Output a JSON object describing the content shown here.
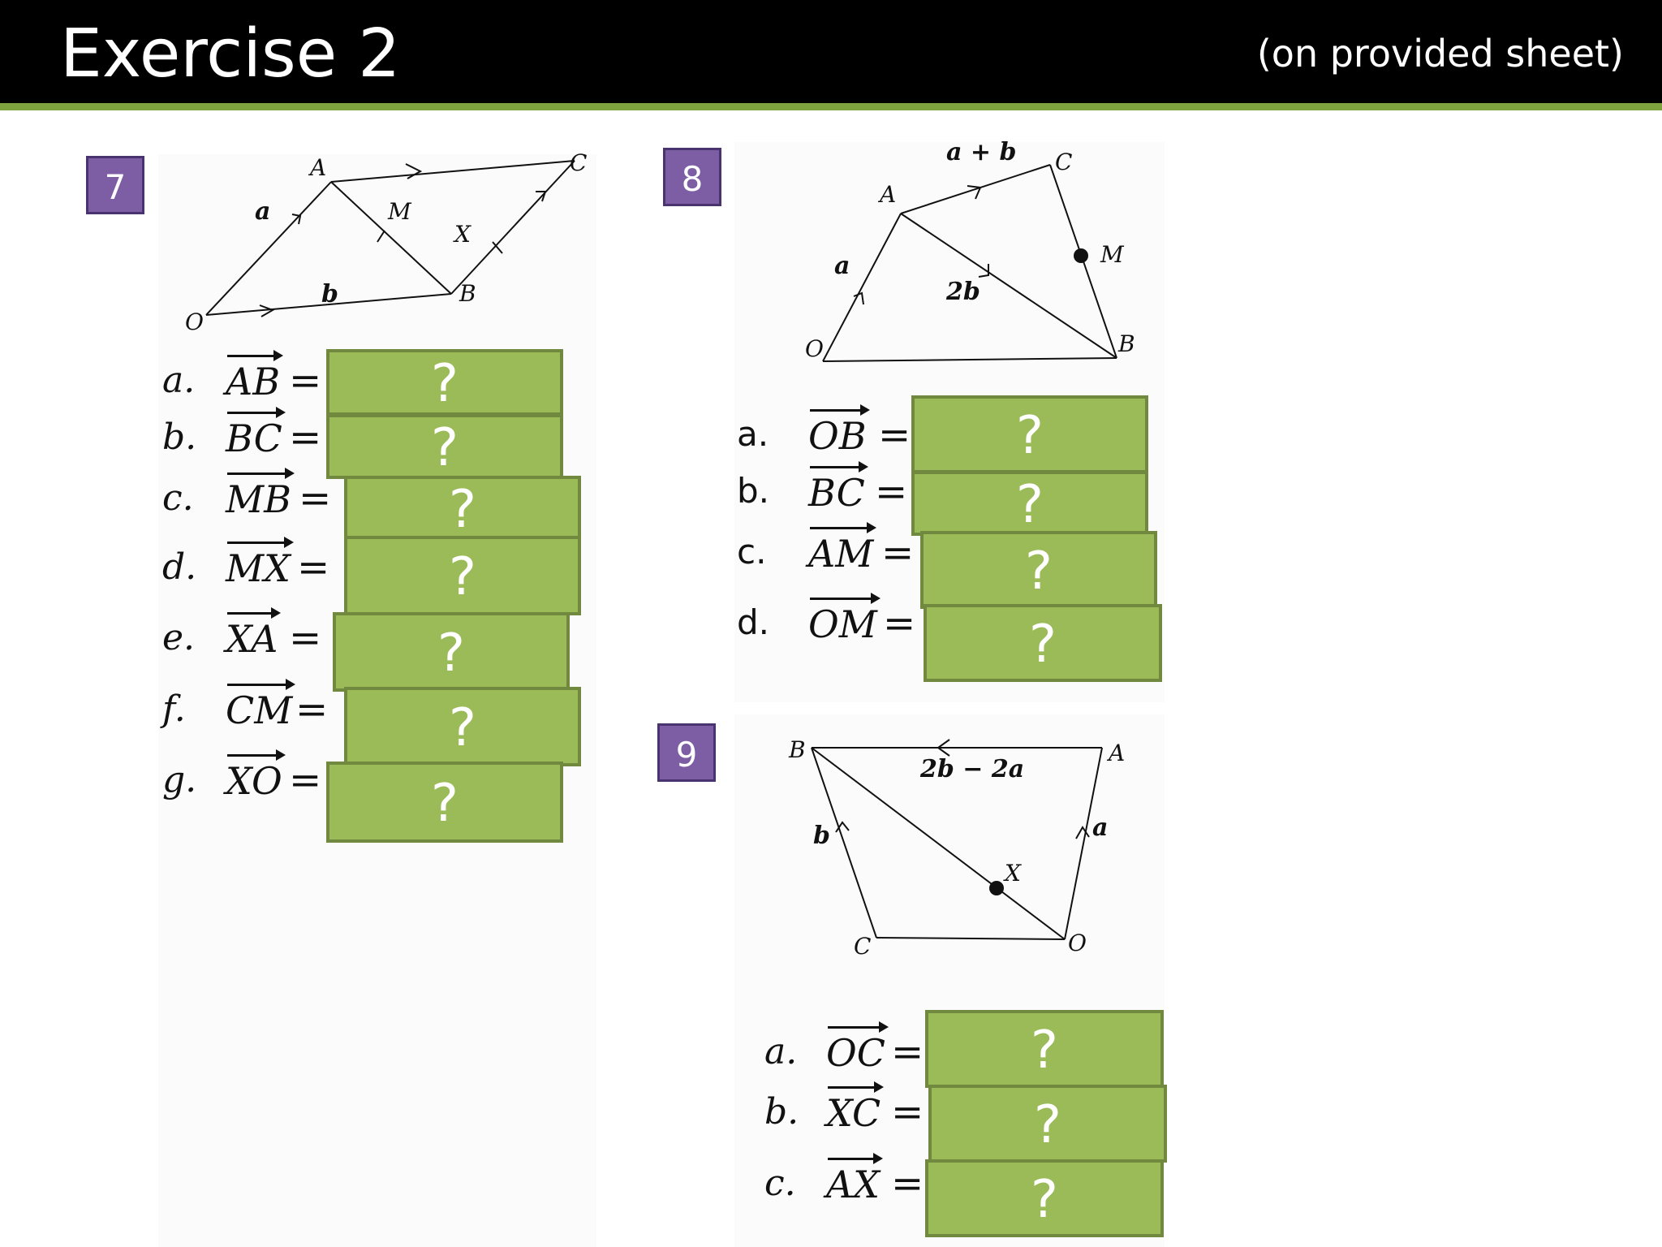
{
  "header": {
    "title": "Exercise 2",
    "subtitle": "(on provided sheet)"
  },
  "questions": [
    {
      "number": "7",
      "diagram_labels": {
        "A": "A",
        "C": "C",
        "M": "M",
        "X": "X",
        "B": "B",
        "O": "O",
        "a": "a",
        "b": "b"
      },
      "parts": [
        {
          "label": "a.",
          "vector": "AB",
          "answer": "?"
        },
        {
          "label": "b.",
          "vector": "BC",
          "answer": "?"
        },
        {
          "label": "c.",
          "vector": "MB",
          "answer": "?"
        },
        {
          "label": "d.",
          "vector": "MX",
          "answer": "?"
        },
        {
          "label": "e.",
          "vector": "XA",
          "answer": "?"
        },
        {
          "label": "f.",
          "vector": "CM",
          "answer": "?"
        },
        {
          "label": "g.",
          "vector": "XO",
          "answer": "?"
        }
      ]
    },
    {
      "number": "8",
      "diagram_labels": {
        "ab": "a + b",
        "C": "C",
        "A": "A",
        "M": "M",
        "a": "a",
        "2b": "2b",
        "O": "O",
        "B": "B"
      },
      "parts": [
        {
          "label": "a.",
          "vector": "OB",
          "answer": "?"
        },
        {
          "label": "b.",
          "vector": "BC",
          "answer": "?"
        },
        {
          "label": "c.",
          "vector": "AM",
          "answer": "?"
        },
        {
          "label": "d.",
          "vector": "OM",
          "answer": "?"
        }
      ]
    },
    {
      "number": "9",
      "diagram_labels": {
        "B": "B",
        "A": "A",
        "top": "2b − 2a",
        "b": "b",
        "a": "a",
        "X": "X",
        "C": "C",
        "O": "O"
      },
      "parts": [
        {
          "label": "a.",
          "vector": "OC",
          "answer": "?"
        },
        {
          "label": "b.",
          "vector": "XC",
          "answer": "?"
        },
        {
          "label": "c.",
          "vector": "AX",
          "answer": "?"
        }
      ]
    }
  ],
  "colors": {
    "header": "#000000",
    "rule": "#7ea23d",
    "answer_box": "#9bbb59",
    "number_box": "#7d5ea5"
  }
}
